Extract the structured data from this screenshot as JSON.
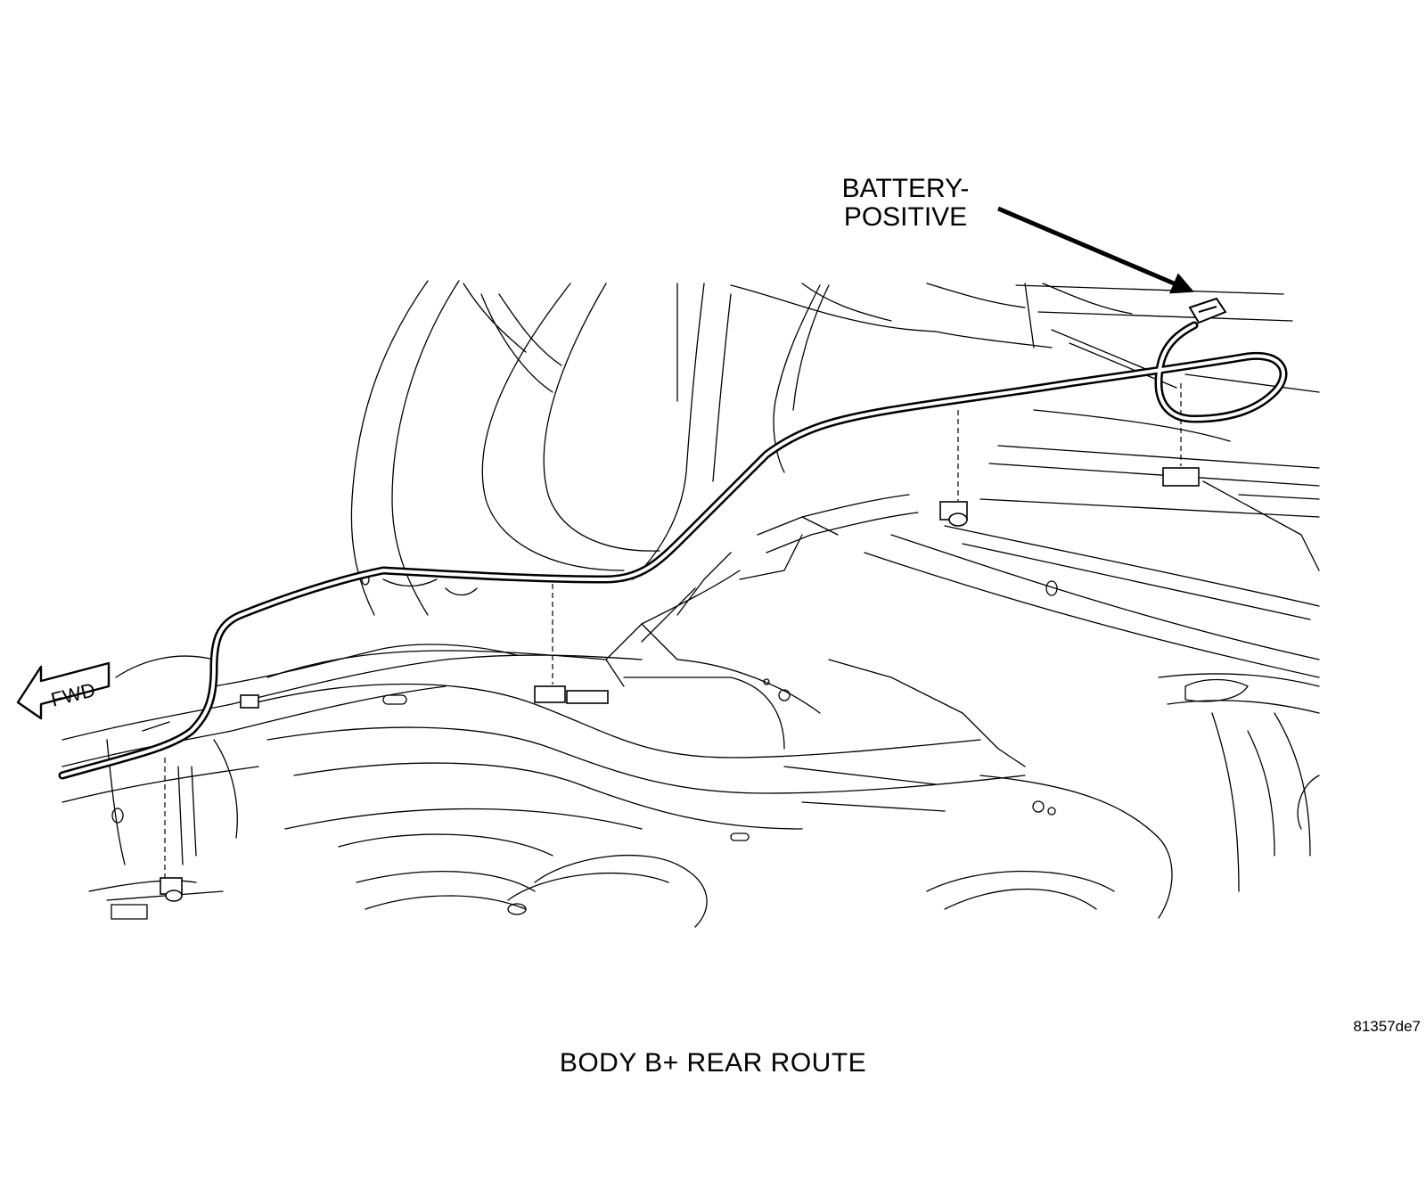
{
  "callout": {
    "line1": "BATTERY-",
    "line2": "POSITIVE"
  },
  "direction_label": "FWD",
  "figure_id": "81357de7",
  "caption": "BODY B+ REAR ROUTE",
  "icons": [
    "forward-direction-arrow-icon",
    "callout-leader-arrow-icon"
  ]
}
